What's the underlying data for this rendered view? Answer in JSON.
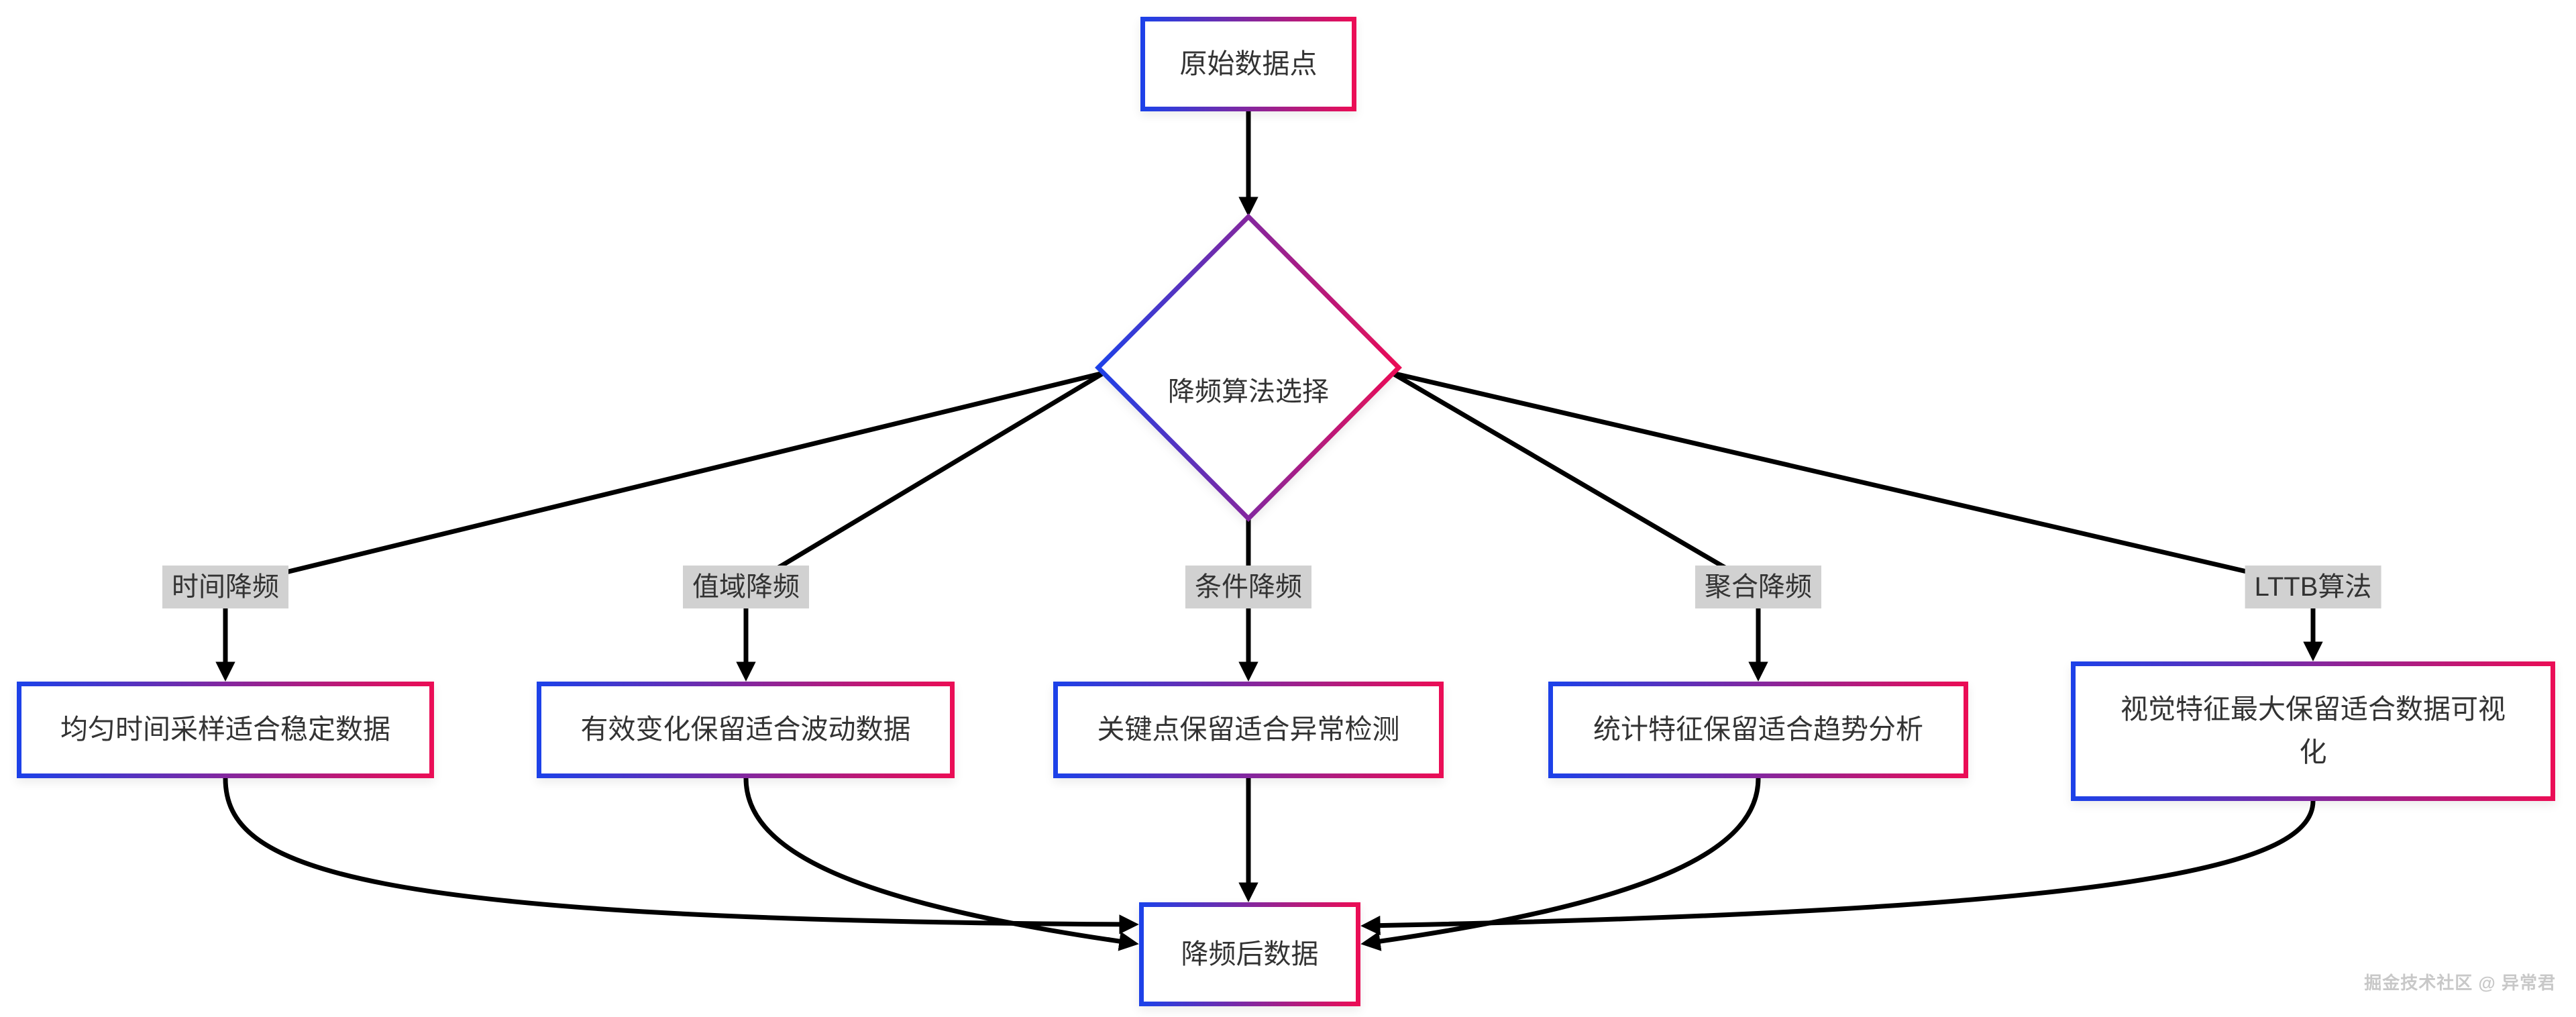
{
  "diagram": {
    "start": {
      "label": "原始数据点"
    },
    "decision": {
      "label": "降频算法选择"
    },
    "branches": [
      {
        "edge_label": "时间降频",
        "node_label": "均匀时间采样适合稳定数据"
      },
      {
        "edge_label": "值域降频",
        "node_label": "有效变化保留适合波动数据"
      },
      {
        "edge_label": "条件降频",
        "node_label": "关键点保留适合异常检测"
      },
      {
        "edge_label": "聚合降频",
        "node_label": "统计特征保留适合趋势分析"
      },
      {
        "edge_label": "LTTB算法",
        "node_label": "视觉特征最大保留适合数据可视化"
      }
    ],
    "end": {
      "label": "降频后数据"
    },
    "colors": {
      "gradient_from": "#1d41e8",
      "gradient_to": "#ea0d56",
      "edge": "#000000",
      "node_text": "#333333",
      "edge_label_bg": "#d1d1d1",
      "background": "#ffffff"
    }
  },
  "watermark": {
    "text": "掘金技术社区 @ 异常君"
  }
}
